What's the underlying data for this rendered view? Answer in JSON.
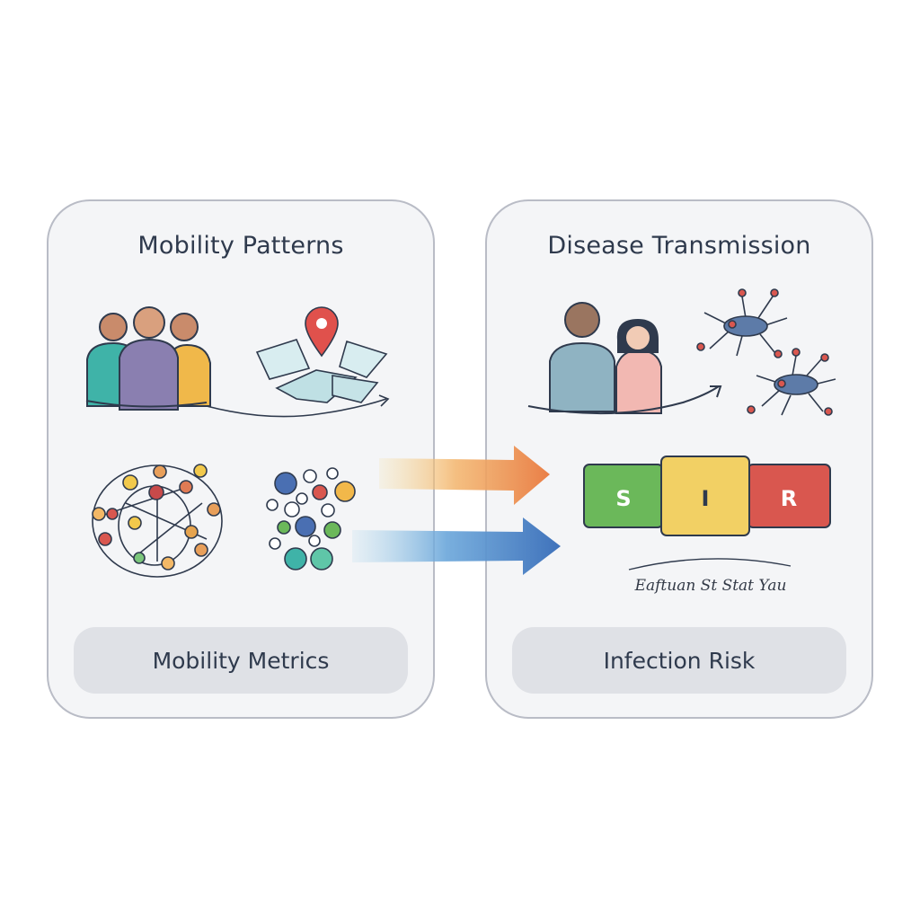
{
  "left_panel": {
    "title": "Mobility Patterns",
    "metric_label": "Mobility Metrics"
  },
  "right_panel": {
    "title": "Disease Transmission",
    "metric_label": "Infection Risk",
    "sir": {
      "s": "S",
      "i": "I",
      "r": "R"
    },
    "curve_caption": "Eaftuan St Stat Yau"
  },
  "colors": {
    "susceptible": "#6bb85a",
    "infected": "#f2d064",
    "recovered": "#d9574f",
    "arrow_top": "#ea8b4c",
    "arrow_bottom": "#4a7fc4",
    "pin": "#e0514c",
    "text": "#2f3a4d"
  },
  "icons": [
    "people-group-icon",
    "map-pin-icon",
    "folded-map-icon",
    "network-graph-icon",
    "dot-cluster-icon",
    "couple-icon",
    "virus-particle-icon"
  ]
}
